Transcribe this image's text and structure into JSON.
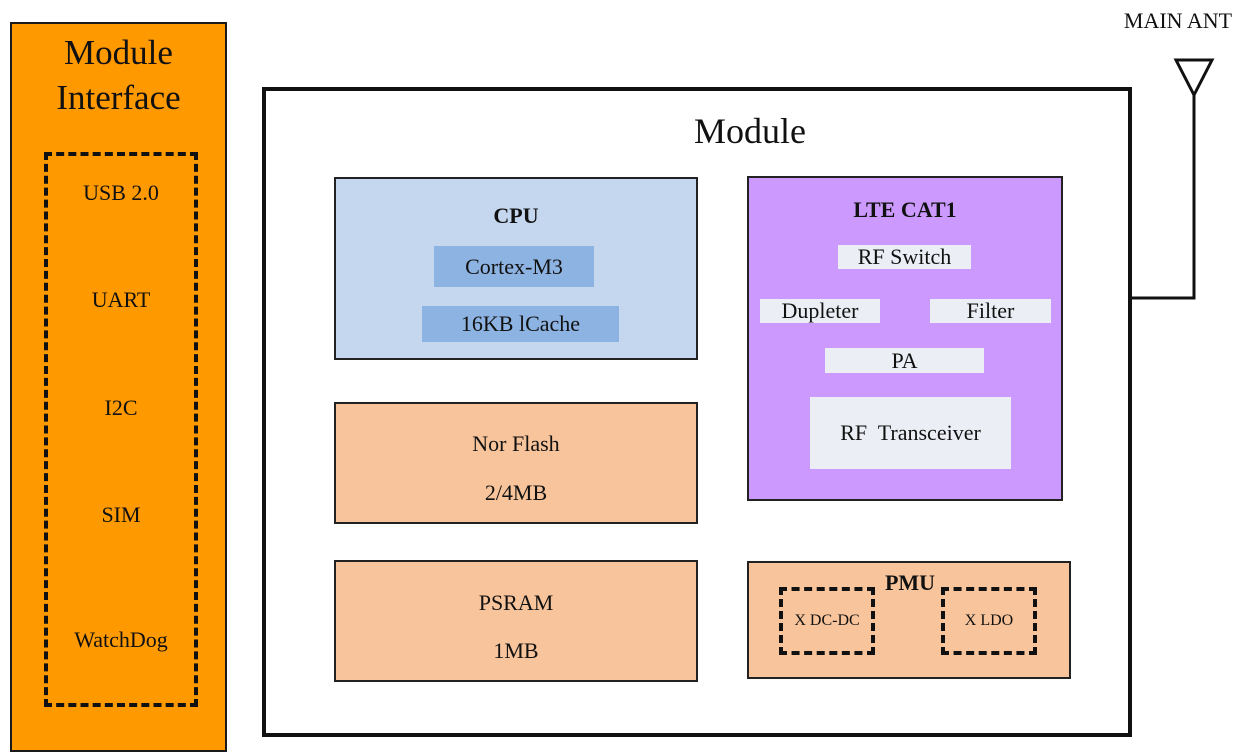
{
  "interface": {
    "title_line1": "Module",
    "title_line2": "Interface",
    "items": [
      "USB 2.0",
      "UART",
      "I2C",
      "SIM",
      "WatchDog"
    ]
  },
  "module": {
    "title": "Module"
  },
  "cpu": {
    "title": "CPU",
    "core": "Cortex-M3",
    "cache": "16KB lCache"
  },
  "lte": {
    "title": "LTE CAT1",
    "rf_switch": "RF Switch",
    "dupleter": "Dupleter",
    "filter": "Filter",
    "pa": "PA",
    "rf_transceiver": "RF  Transceiver"
  },
  "nor_flash": {
    "line1": "Nor Flash",
    "line2": "2/4MB"
  },
  "psram": {
    "line1": "PSRAM",
    "line2": "1MB"
  },
  "pmu": {
    "title": "PMU",
    "dcdc": "X DC-DC",
    "ldo": "X LDO"
  },
  "antenna": {
    "label": "MAIN ANT"
  },
  "colors": {
    "interface": "#ff9900",
    "cpu": "#c5d7ee",
    "cpu_inner": "#8db3e2",
    "lte": "#cc99ff",
    "lte_inner": "#ebeef5",
    "memory": "#f8c49b"
  }
}
